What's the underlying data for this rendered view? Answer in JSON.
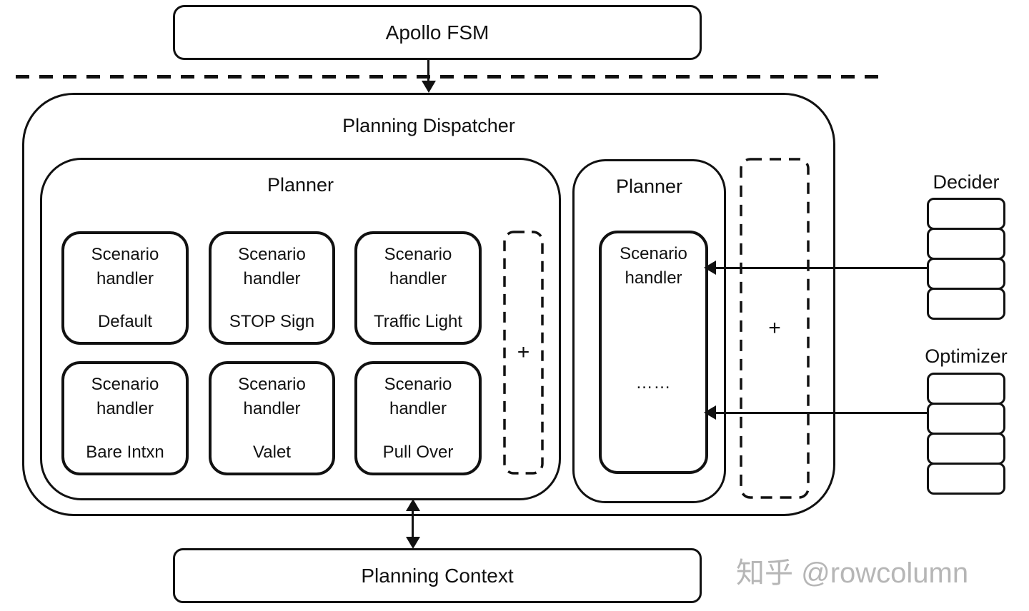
{
  "page": {
    "background": "#ffffff",
    "line_color": "#111111"
  },
  "apollo_fsm": {
    "label": "Apollo FSM"
  },
  "dispatcher": {
    "title": "Planning Dispatcher",
    "planner_left": {
      "title": "Planner",
      "handlers": [
        {
          "type_label": "Scenario handler",
          "name": "Default"
        },
        {
          "type_label": "Scenario handler",
          "name": "STOP Sign"
        },
        {
          "type_label": "Scenario handler",
          "name": "Traffic Light"
        },
        {
          "type_label": "Scenario handler",
          "name": "Bare Intxn"
        },
        {
          "type_label": "Scenario handler",
          "name": "Valet"
        },
        {
          "type_label": "Scenario handler",
          "name": "Pull Over"
        }
      ],
      "plus_placeholder": "+"
    },
    "planner_right": {
      "title": "Planner",
      "handler": {
        "type_label": "Scenario handler",
        "ellipsis": "……"
      }
    },
    "plus_placeholder": "+"
  },
  "decider": {
    "title": "Decider",
    "box_count": 4
  },
  "optimizer": {
    "title": "Optimizer",
    "box_count": 4
  },
  "planning_context": {
    "label": "Planning Context"
  },
  "watermark": {
    "text": "知乎 @rowcolumn",
    "color": "#b6b6b6"
  }
}
